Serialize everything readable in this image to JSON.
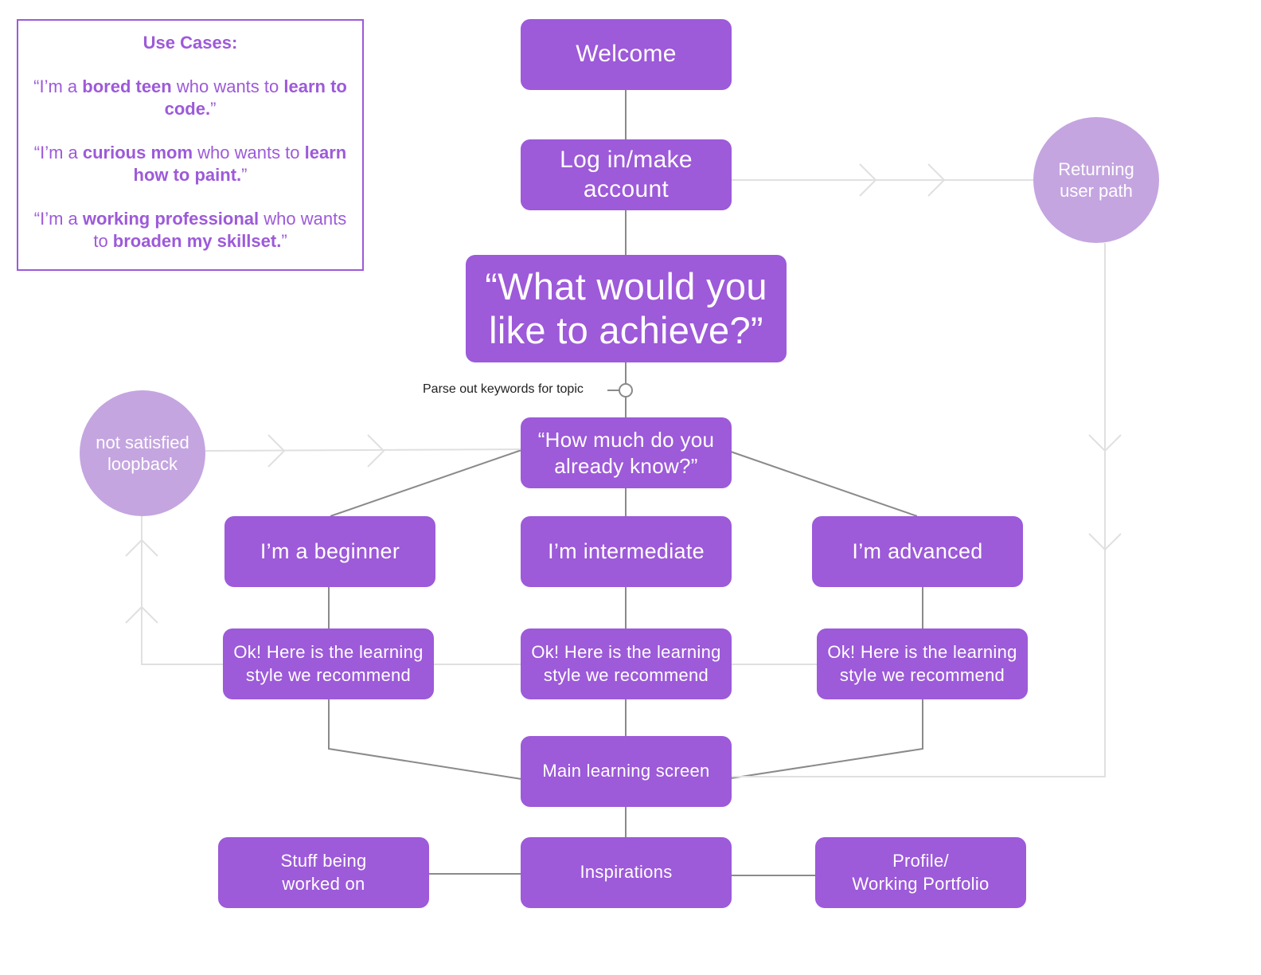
{
  "use_cases": {
    "title": "Use Cases:",
    "quotes": [
      [
        {
          "text": "“I’m a ",
          "bold": false
        },
        {
          "text": "bored teen",
          "bold": true
        },
        {
          "text": " who wants to ",
          "bold": false
        },
        {
          "text": "learn to code.",
          "bold": true
        },
        {
          "text": "”",
          "bold": false
        }
      ],
      [
        {
          "text": "“I’m a ",
          "bold": false
        },
        {
          "text": "curious mom",
          "bold": true
        },
        {
          "text": " who wants to ",
          "bold": false
        },
        {
          "text": "learn how to paint.",
          "bold": true
        },
        {
          "text": "”",
          "bold": false
        }
      ],
      [
        {
          "text": "“I’m a ",
          "bold": false
        },
        {
          "text": "working professional",
          "bold": true
        },
        {
          "text": " who wants to ",
          "bold": false
        },
        {
          "text": "broaden my skillset.",
          "bold": true
        },
        {
          "text": "”",
          "bold": false
        }
      ]
    ]
  },
  "nodes": {
    "welcome": "Welcome",
    "login": "Log in/make\naccount",
    "achieve": "“What would you\nlike to achieve?”",
    "how_much": "“How much do you\nalready know?”",
    "beginner": "I’m a beginner",
    "intermediate": "I’m intermediate",
    "advanced": "I’m advanced",
    "rec_beginner": "Ok! Here is the learning\nstyle we recommend",
    "rec_intermediate": "Ok! Here is the learning\nstyle we recommend",
    "rec_advanced": "Ok! Here is the learning\nstyle we recommend",
    "main": "Main learning screen",
    "stuff": "Stuff being\nworked on",
    "inspirations": "Inspirations",
    "profile": "Profile/\nWorking Portfolio"
  },
  "circles": {
    "returning": "Returning\nuser path",
    "not_satisfied": "not satisfied\nloopback"
  },
  "notes": {
    "parse": "Parse out keywords for topic"
  },
  "colors": {
    "node": "#9d5ad9",
    "circle": "#c4a5e0",
    "connector": "#8a8a8a",
    "loop_line": "#e0e0e0"
  }
}
